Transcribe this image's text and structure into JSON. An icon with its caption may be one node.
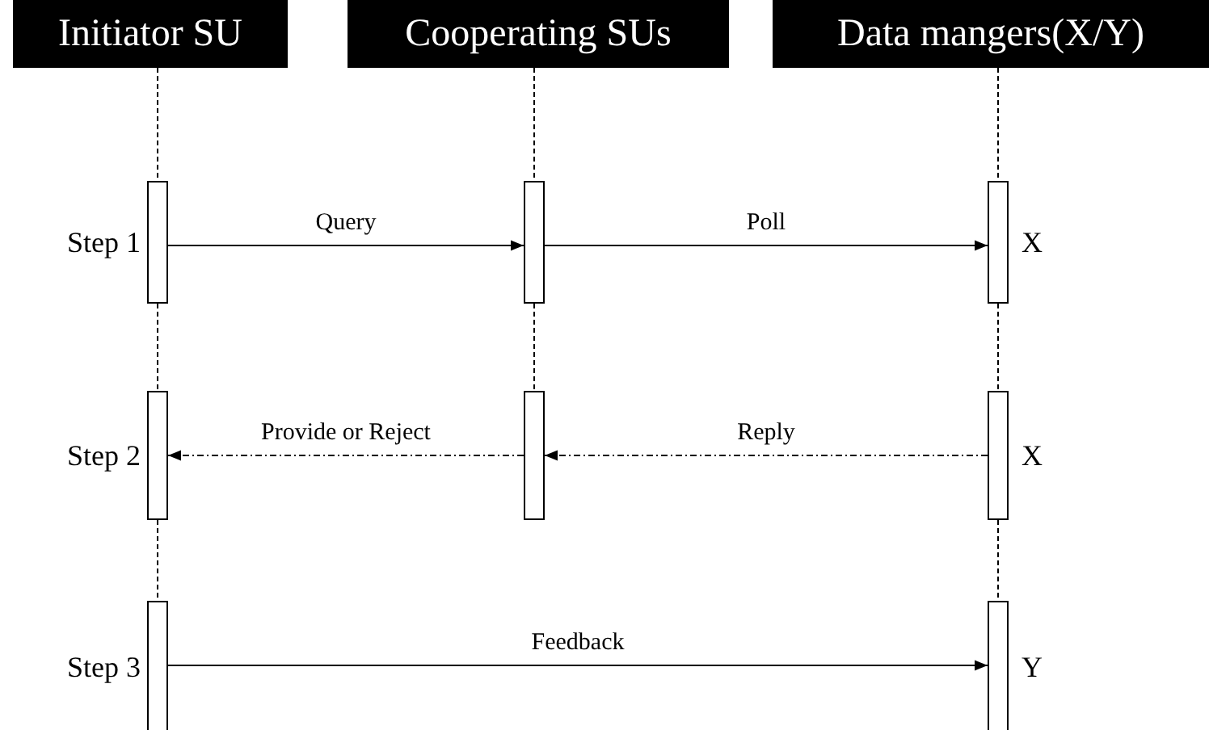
{
  "diagram": {
    "nodes": [
      {
        "text": [
          "Initiator SU"
        ]
      },
      {
        "text": [
          "Cooperating SUs"
        ]
      },
      {
        "text": [
          "Data mangers(X/Y)"
        ]
      },
      {
        "text": [],
        "shape": "bar",
        "beside": [
          "Step 1"
        ]
      },
      {
        "text": [],
        "shape": "bar"
      },
      {
        "text": [],
        "shape": "bar",
        "beside": [
          "X"
        ]
      },
      {
        "text": [],
        "shape": "bar",
        "beside": [
          "Step 2"
        ]
      },
      {
        "text": [],
        "shape": "bar"
      },
      {
        "text": [],
        "shape": "bar",
        "beside": [
          "X"
        ]
      },
      {
        "text": [],
        "shape": "bar",
        "beside": [
          "Step 3"
        ]
      },
      {
        "text": [],
        "shape": "bar",
        "beside": [
          "Y"
        ]
      }
    ],
    "edges": [
      {
        "from": 3,
        "to": 4,
        "arrow": "to",
        "label": "Query"
      },
      {
        "from": 4,
        "to": 5,
        "arrow": "to",
        "label": "Poll"
      },
      {
        "from": 8,
        "to": 7,
        "arrow": "to",
        "label": "Reply",
        "style": "dashed"
      },
      {
        "from": 7,
        "to": 6,
        "arrow": "to",
        "label": "Provide or Reject",
        "style": "dashed"
      },
      {
        "from": 9,
        "to": 10,
        "arrow": "to",
        "label": "Feedback"
      },
      {
        "from": 0,
        "to": 3,
        "arrow": "none",
        "style": "dashed"
      },
      {
        "from": 3,
        "to": 6,
        "arrow": "none",
        "style": "dashed"
      },
      {
        "from": 6,
        "to": 9,
        "arrow": "none",
        "style": "dashed"
      },
      {
        "from": 1,
        "to": 4,
        "arrow": "none",
        "style": "dashed"
      },
      {
        "from": 4,
        "to": 7,
        "arrow": "none",
        "style": "dashed"
      },
      {
        "from": 2,
        "to": 5,
        "arrow": "none",
        "style": "dashed"
      },
      {
        "from": 5,
        "to": 8,
        "arrow": "none",
        "style": "dashed"
      },
      {
        "from": 8,
        "to": 10,
        "arrow": "none",
        "style": "dashed"
      }
    ]
  }
}
